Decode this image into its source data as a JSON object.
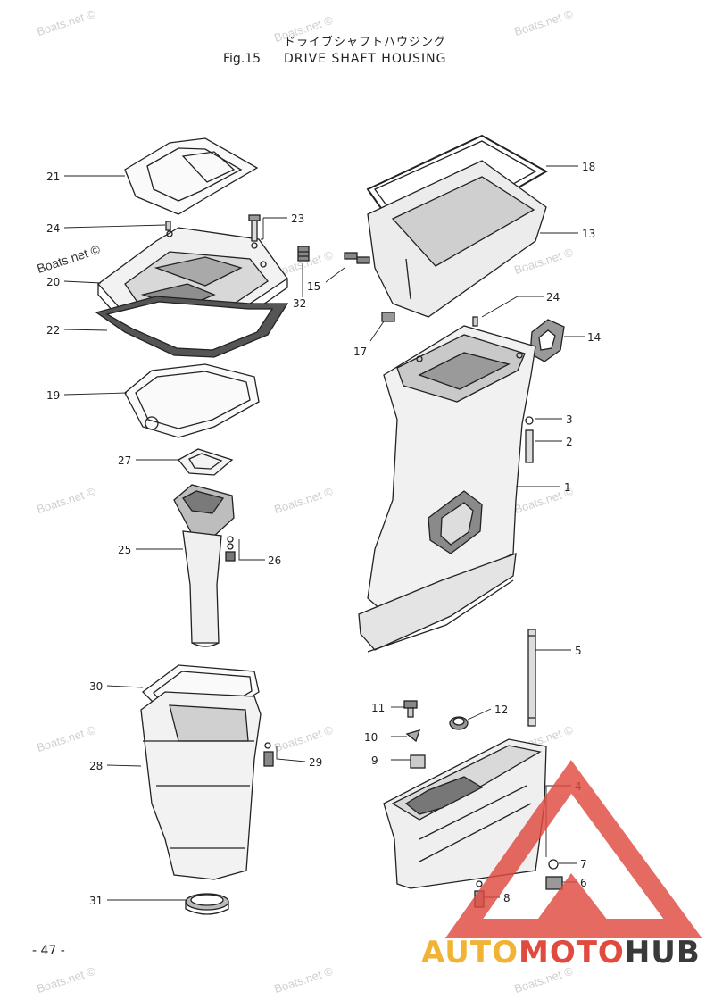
{
  "header": {
    "title_jp": "ドライブシャフトハウジング",
    "fig": "Fig.15",
    "title": "DRIVE SHAFT HOUSING"
  },
  "page_number": "- 47 -",
  "watermark": "Boats.net ©",
  "logo": {
    "part1": "AUTO",
    "part2": "MOTO",
    "part3": "HUB",
    "colors": {
      "auto": "#f2b233",
      "moto": "#e04a3f",
      "hub": "#3a3a3a"
    }
  },
  "callouts": [
    "21",
    "24",
    "23",
    "20",
    "32",
    "22",
    "19",
    "27",
    "25",
    "26",
    "30",
    "28",
    "29",
    "31",
    "18",
    "13",
    "15",
    "17",
    "24",
    "14",
    "3",
    "2",
    "1",
    "5",
    "11",
    "12",
    "10",
    "9",
    "4",
    "7",
    "6",
    "8"
  ]
}
